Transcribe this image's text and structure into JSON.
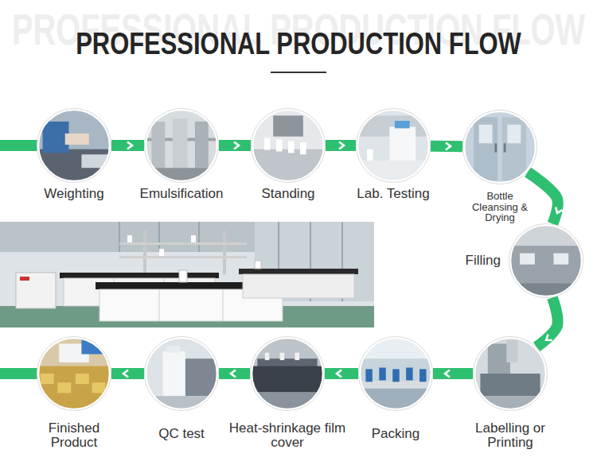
{
  "diagram": {
    "title": "PROFESSIONAL PRODUCTION FLOW",
    "nodes": [
      {
        "text": [
          "Weighting"
        ]
      },
      {
        "text": [
          "Emulsification"
        ]
      },
      {
        "text": [
          "Standing"
        ]
      },
      {
        "text": [
          "Lab. Testing"
        ]
      },
      {
        "text": [
          "Bottle Cleansing & Drying"
        ]
      },
      {
        "text": [
          "Filling"
        ]
      },
      {
        "text": [
          "Labelling or Printing"
        ]
      },
      {
        "text": [
          "Packing"
        ]
      },
      {
        "text": [
          "Heat-shrinkage film cover"
        ]
      },
      {
        "text": [
          "QC test"
        ]
      },
      {
        "text": [
          "Finished Product"
        ]
      }
    ],
    "edges": [
      {
        "from": 0,
        "to": 1,
        "arrow": "to"
      },
      {
        "from": 1,
        "to": 2,
        "arrow": "to"
      },
      {
        "from": 2,
        "to": 3,
        "arrow": "to"
      },
      {
        "from": 3,
        "to": 4,
        "arrow": "to"
      },
      {
        "from": 4,
        "to": 5,
        "arrow": "to"
      },
      {
        "from": 5,
        "to": 6,
        "arrow": "to"
      },
      {
        "from": 6,
        "to": 7,
        "arrow": "to"
      },
      {
        "from": 7,
        "to": 8,
        "arrow": "to"
      },
      {
        "from": 8,
        "to": 9,
        "arrow": "to"
      },
      {
        "from": 9,
        "to": 10,
        "arrow": "to"
      }
    ],
    "labels": [
      "PROFESSIONAL PRODUCTION FLOW"
    ]
  }
}
